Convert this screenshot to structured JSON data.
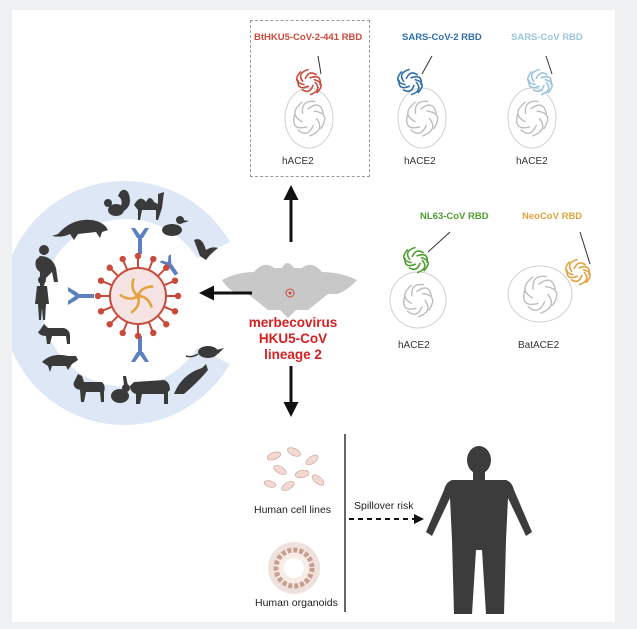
{
  "structures": [
    {
      "rbd": "BtHKU5-CoV-2-441 RBD",
      "receptor": "hACE2",
      "color": "#c94a3a"
    },
    {
      "rbd": "SARS-CoV-2 RBD",
      "receptor": "hACE2",
      "color": "#2f6fad"
    },
    {
      "rbd": "SARS-CoV RBD",
      "receptor": "hACE2",
      "color": "#9cc4dc"
    },
    {
      "rbd": "NL63-CoV RBD",
      "receptor": "hACE2",
      "color": "#4e9e30"
    },
    {
      "rbd": "NeoCoV RBD",
      "receptor": "BatACE2",
      "color": "#e2a23e"
    }
  ],
  "virus": {
    "line1": "merbecovirus",
    "line2": "HKU5-CoV lineage 2",
    "color": "#d32020"
  },
  "models": {
    "cell_lines": "Human cell lines",
    "organoids": "Human organoids"
  },
  "spillover": "Spillover risk",
  "icons": [
    "bat-icon",
    "virus-icon",
    "human-icon",
    "squirrel-icon",
    "camel-icon",
    "duck-icon",
    "pangolin-icon",
    "monkey-icon",
    "dog-icon",
    "ferret-icon",
    "goat-icon",
    "rabbit-icon",
    "cow-icon",
    "dolphin-icon",
    "rat-icon",
    "cell-icon",
    "organoid-icon"
  ],
  "colors": {
    "host_ring": "#dde7f5",
    "silhouette": "#3a3a3a",
    "receptor": "#5b7fbf",
    "ace2": "#bdbdbd"
  }
}
